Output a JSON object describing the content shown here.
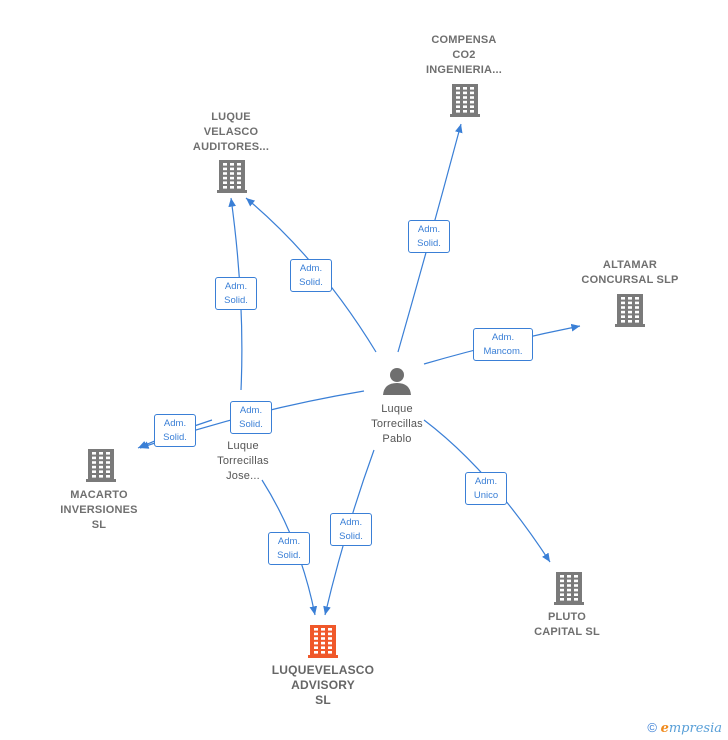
{
  "nodes": {
    "compensa": {
      "label": "COMPENSA\nCO2\nINGENIERIA...",
      "icon": "building-icon"
    },
    "luque_auditores": {
      "label": "LUQUE\nVELASCO\nAUDITORES...",
      "icon": "building-icon"
    },
    "altamar": {
      "label": "ALTAMAR\nCONCURSAL SLP",
      "icon": "building-icon"
    },
    "macarto": {
      "label": "MACARTO\nINVERSIONES\nSL",
      "icon": "building-icon"
    },
    "pluto": {
      "label": "PLUTO\nCAPITAL  SL",
      "icon": "building-icon"
    },
    "luquevelasco_advisory": {
      "label": "LUQUEVELASCO\nADVISORY\nSL",
      "icon": "building-icon"
    },
    "luque_pablo": {
      "label": "Luque\nTorrecillas\nPablo",
      "icon": "person-icon"
    },
    "luque_jose": {
      "label": "Luque\nTorrecillas\nJose..."
    }
  },
  "edges": {
    "pablo_compensa": {
      "line1": "Adm.",
      "line2": "Solid."
    },
    "pablo_auditores": {
      "line1": "Adm.",
      "line2": "Solid."
    },
    "jose_auditores": {
      "line1": "Adm.",
      "line2": "Solid."
    },
    "pablo_altamar": {
      "line1": "Adm.",
      "line2": "Mancom."
    },
    "pablo_macarto": {
      "line1": "Adm.",
      "line2": "Solid."
    },
    "jose_macarto": {
      "line1": "Adm.",
      "line2": "Solid."
    },
    "pablo_pluto": {
      "line1": "Adm.",
      "line2": "Unico"
    },
    "jose_advisory": {
      "line1": "Adm.",
      "line2": "Solid."
    },
    "pablo_advisory": {
      "line1": "Adm.",
      "line2": "Solid."
    }
  },
  "colors": {
    "edge": "#3a7fd6",
    "company_icon": "#7a7a7a",
    "target_icon": "#f0582a",
    "person_icon": "#6f6f6f"
  },
  "footer": {
    "copyright": "©",
    "brand_first": "e",
    "brand_rest": "mpresia"
  }
}
